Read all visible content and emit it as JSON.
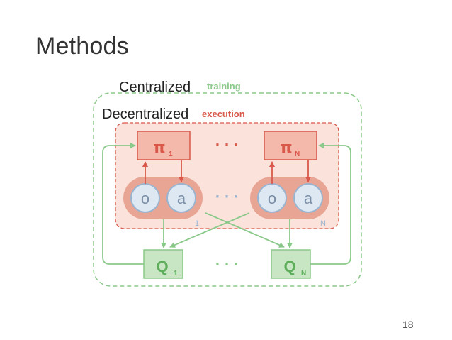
{
  "slide": {
    "title": "Methods",
    "page_number": "18"
  },
  "diagram": {
    "centralized_label": "Centralized",
    "training_label": "training",
    "decentralized_label": "Decentralized",
    "execution_label": "execution",
    "policy_first": {
      "symbol": "π",
      "sub": "1"
    },
    "policy_last": {
      "symbol": "π",
      "sub": "N"
    },
    "critic_first": {
      "symbol": "Q",
      "sub": "1"
    },
    "critic_last": {
      "symbol": "Q",
      "sub": "N"
    },
    "agent_first": {
      "obs": "o",
      "act": "a",
      "index": "1"
    },
    "agent_last": {
      "obs": "o",
      "act": "a",
      "index": "N"
    },
    "ellipsis": "· · ·",
    "colors": {
      "green": "#8bc98a",
      "green_dark": "#5fae5c",
      "green_fill": "#c8e6c4",
      "red": "#d9584a",
      "red_fill": "#f4b9aa",
      "red_region": "#fbe3dc",
      "agent_fill": "#e9a594",
      "circle_fill": "#dde8f3",
      "circle_stroke": "#9ab4cf",
      "circle_text": "#7c8fa8"
    }
  }
}
